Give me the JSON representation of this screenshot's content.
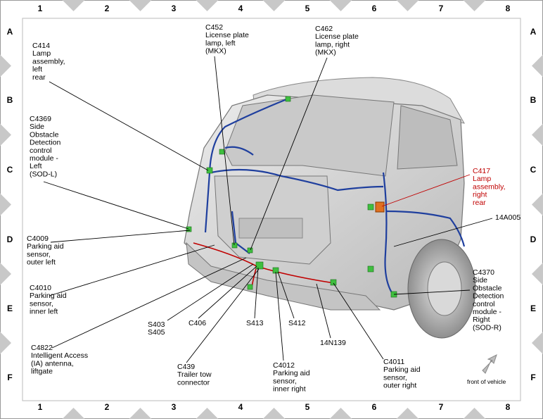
{
  "grid": {
    "columns": [
      "1",
      "2",
      "3",
      "4",
      "5",
      "6",
      "7",
      "8"
    ],
    "rows": [
      "A",
      "B",
      "C",
      "D",
      "E",
      "F"
    ]
  },
  "callouts": [
    {
      "id": "c414",
      "lines": [
        "C414",
        "Lamp",
        "assembly,",
        "left",
        "rear"
      ]
    },
    {
      "id": "c4369",
      "lines": [
        "C4369",
        "Side",
        "Obstacle",
        "Detection",
        "control",
        "module -",
        "Left",
        "(SOD-L)"
      ]
    },
    {
      "id": "c452",
      "lines": [
        "C452",
        "License plate",
        "lamp, left",
        "(MKX)"
      ]
    },
    {
      "id": "c462",
      "lines": [
        "C462",
        "License plate",
        "lamp, right",
        "(MKX)"
      ]
    },
    {
      "id": "c417",
      "lines": [
        "C417",
        "Lamp",
        "assembly,",
        "right",
        "rear"
      ],
      "highlight": true
    },
    {
      "id": "n14a005",
      "lines": [
        "14A005"
      ]
    },
    {
      "id": "c4370",
      "lines": [
        "C4370",
        "Side",
        "Obstacle",
        "Detection",
        "control",
        "module -",
        "Right",
        "(SOD-R)"
      ]
    },
    {
      "id": "c4009",
      "lines": [
        "C4009",
        "Parking aid",
        "sensor,",
        "outer left"
      ]
    },
    {
      "id": "c4010",
      "lines": [
        "C4010",
        "Parking aid",
        "sensor,",
        "inner left"
      ]
    },
    {
      "id": "s403",
      "lines": [
        "S403",
        "S405"
      ]
    },
    {
      "id": "c406",
      "lines": [
        "C406"
      ]
    },
    {
      "id": "s413",
      "lines": [
        "S413"
      ]
    },
    {
      "id": "s412",
      "lines": [
        "S412"
      ]
    },
    {
      "id": "n14n139",
      "lines": [
        "14N139"
      ]
    },
    {
      "id": "c4822",
      "lines": [
        "C4822",
        "Intelligent Access",
        "(IA) antenna,",
        "liftgate"
      ]
    },
    {
      "id": "c439",
      "lines": [
        "C439",
        "Trailer tow",
        "connector"
      ]
    },
    {
      "id": "c4012",
      "lines": [
        "C4012",
        "Parking aid",
        "sensor,",
        "inner right"
      ]
    },
    {
      "id": "c4011",
      "lines": [
        "C4011",
        "Parking aid",
        "sensor,",
        "outer right"
      ]
    }
  ],
  "front_label": "front of vehicle",
  "colors": {
    "harness": "#1f3f9e",
    "connector": "#3fbf3f",
    "highlight": "#c00000",
    "body_fill": "#d6d6d6",
    "frame_chevron": "#c8c8c8"
  }
}
